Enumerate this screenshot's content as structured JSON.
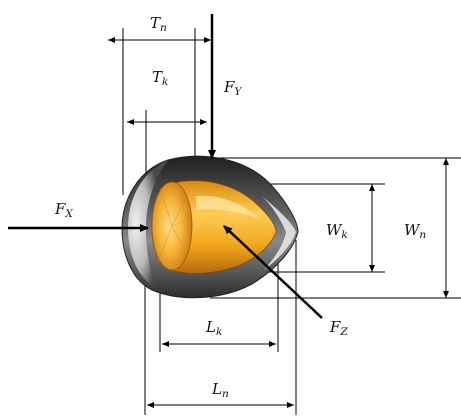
{
  "labels": {
    "Tn": {
      "main": "T",
      "sub": "n"
    },
    "Tk": {
      "main": "T",
      "sub": "k"
    },
    "FY": {
      "main": "F",
      "sub": "Y"
    },
    "FX": {
      "main": "F",
      "sub": "X"
    },
    "FZ": {
      "main": "F",
      "sub": "Z"
    },
    "Wk": {
      "main": "W",
      "sub": "k"
    },
    "Wn": {
      "main": "W",
      "sub": "n"
    },
    "Lk": {
      "main": "L",
      "sub": "k"
    },
    "Ln": {
      "main": "L",
      "sub": "n"
    }
  },
  "colors": {
    "outer_shell": "#3a3a3a",
    "shell_highlight": "#d8d8d8",
    "core_orange": "#f2a51c",
    "core_dark": "#c9770a",
    "core_light": "#ffd36a",
    "line": "#000000"
  }
}
